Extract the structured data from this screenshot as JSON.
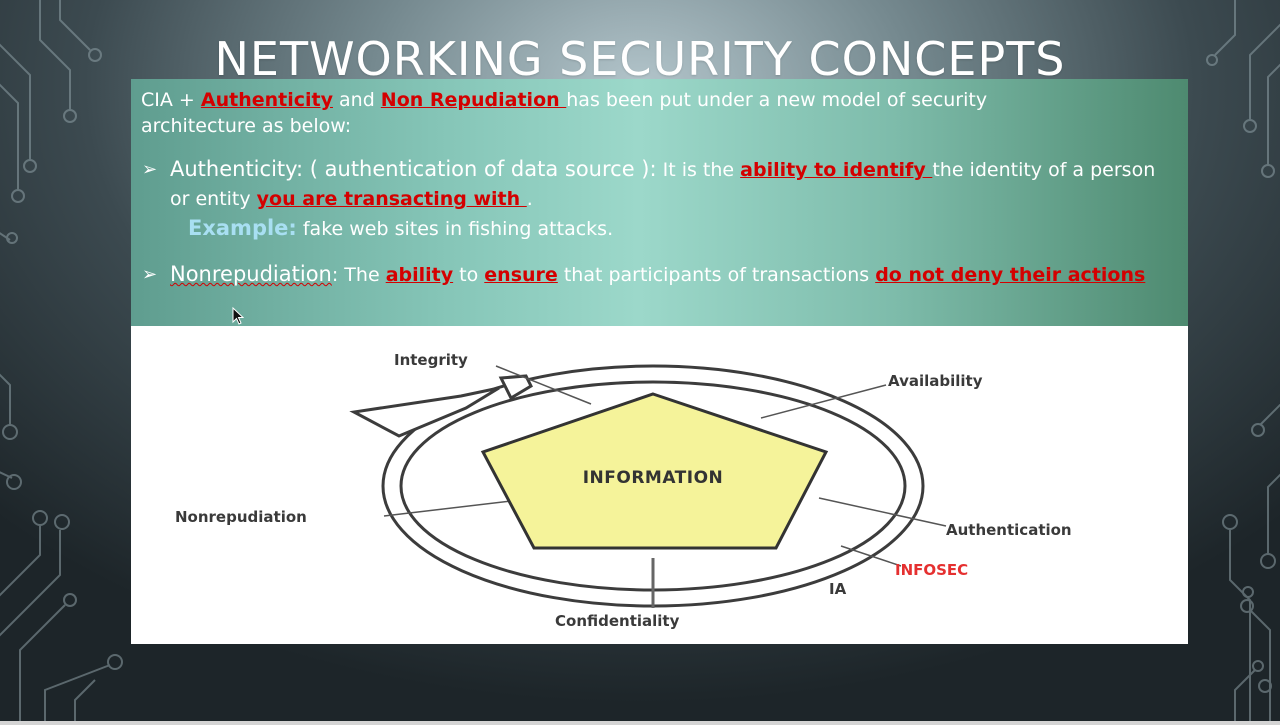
{
  "slide": {
    "title": "NETWORKING SECURITY CONCEPTS",
    "intro": {
      "prefix": "CIA + ",
      "term1": "Authenticity",
      "mid": " and ",
      "term2": "Non Repudiation ",
      "rest1": "has been put under a new model of security",
      "rest2": "architecture as below:"
    },
    "bullets": [
      {
        "arrow": "➢",
        "head": "Authenticity: ( authentication of data source ):",
        "t1": " It is the ",
        "r1": "ability to identify ",
        "t2": "the identity of a person or entity ",
        "r2": "you are transacting with ",
        "t3": ".",
        "example_label": "Example:",
        "example_text": " fake web sites in fishing attacks."
      },
      {
        "arrow": "➢",
        "head": "Nonrepudiation",
        "t1": ": The ",
        "r1": "ability",
        "t2": " to ",
        "r2": "ensure",
        "t3": " that participants of transactions ",
        "r3": "do not deny their actions"
      }
    ]
  },
  "diagram": {
    "center": "INFORMATION",
    "labels": {
      "integrity": "Integrity",
      "availability": "Availability",
      "nonrepudiation": "Nonrepudiation",
      "authentication": "Authentication",
      "infosec": "INFOSEC",
      "ia": "IA",
      "confidentiality": "Confidentiality"
    },
    "colors": {
      "pentagon_fill": "#f5f39a",
      "infosec": "#e53030"
    }
  }
}
